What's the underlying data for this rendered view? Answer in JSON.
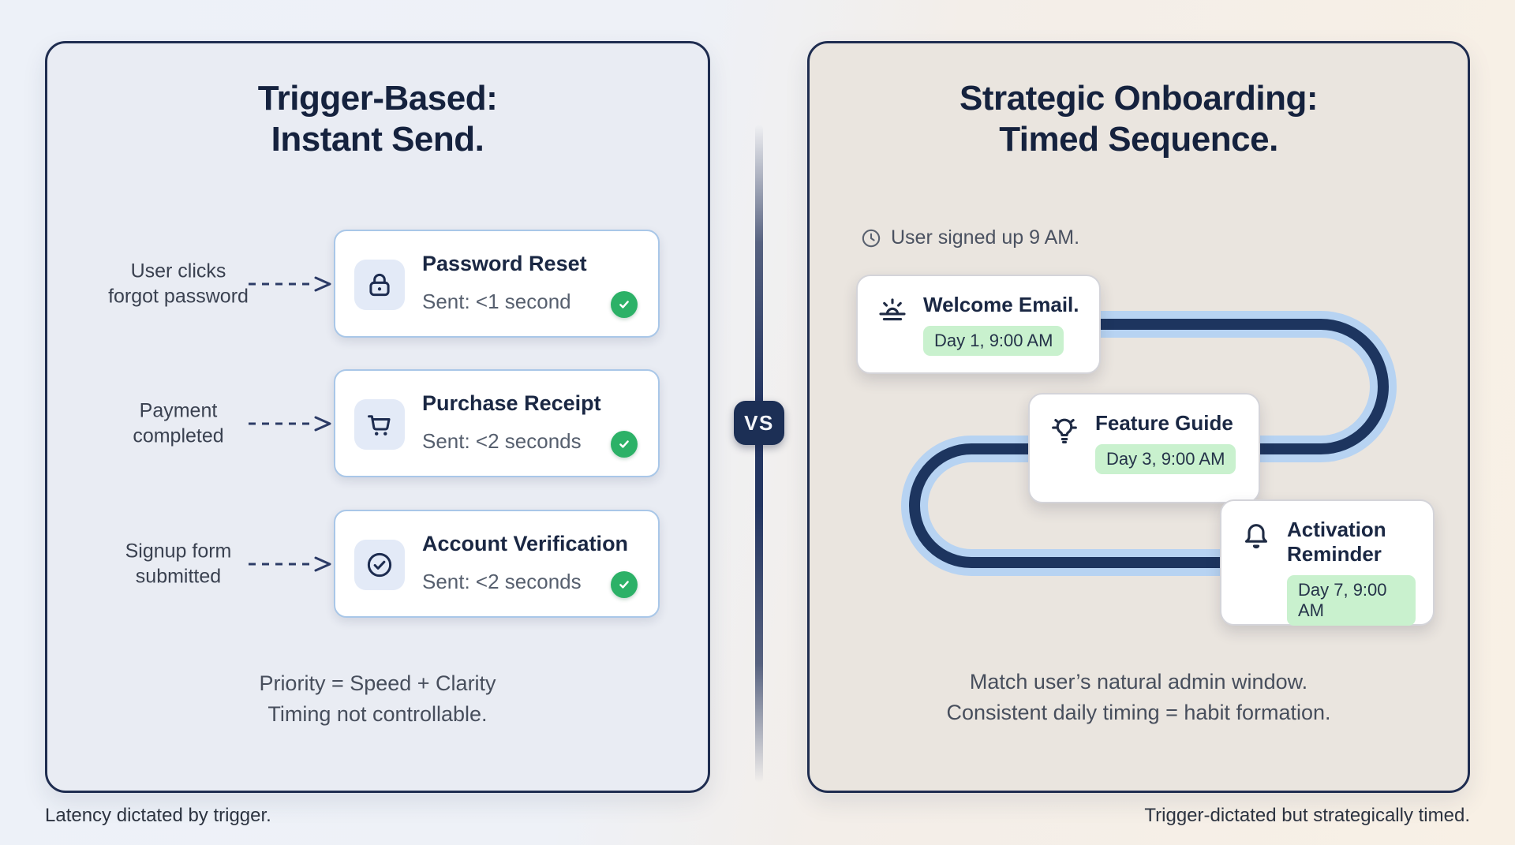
{
  "left_panel": {
    "title_line1": "Trigger-Based:",
    "title_line2": "Instant Send.",
    "rows": [
      {
        "icon": "lock-icon",
        "label_line1": "User clicks",
        "label_line2": "forgot password",
        "title": "Password Reset",
        "subtitle": "Sent: <1 second"
      },
      {
        "icon": "cart-icon",
        "label_line1": "Payment",
        "label_line2": "completed",
        "title": "Purchase Receipt",
        "subtitle": "Sent: <2 seconds"
      },
      {
        "icon": "circle-check-icon",
        "label_line1": "Signup form",
        "label_line2": "submitted",
        "title": "Account Verification",
        "subtitle": "Sent: <2 seconds"
      }
    ],
    "footer_line1": "Priority = Speed + Clarity",
    "footer_line2": "Timing not controllable.",
    "caption": "Latency dictated by trigger."
  },
  "divider": {
    "badge": "VS"
  },
  "right_panel": {
    "title_line1": "Strategic Onboarding:",
    "title_line2": "Timed Sequence.",
    "signup_note": "User signed up 9 AM.",
    "steps": [
      {
        "icon": "sunrise-icon",
        "title": "Welcome Email.",
        "badge": "Day 1, 9:00 AM"
      },
      {
        "icon": "lightbulb-icon",
        "title": "Feature Guide",
        "badge": "Day 3, 9:00 AM"
      },
      {
        "icon": "bell-icon",
        "title": "Activation Reminder",
        "badge": "Day 7, 9:00 AM"
      }
    ],
    "footer_line1": "Match user’s natural admin window.",
    "footer_line2": "Consistent daily timing = habit formation.",
    "caption": "Trigger-dictated but strategically timed."
  },
  "colors": {
    "navy_border": "#1f2d50",
    "panel_left_bg": "#e9ecf3",
    "panel_right_bg": "#eae5df",
    "card_border_blue": "#a9c7e8",
    "green_check": "#2cb167",
    "pill_green": "#c9f1ce",
    "path_light_blue": "#b7d3f2",
    "path_dark_navy": "#1d355f",
    "vs_badge_bg": "#1c2f55"
  }
}
